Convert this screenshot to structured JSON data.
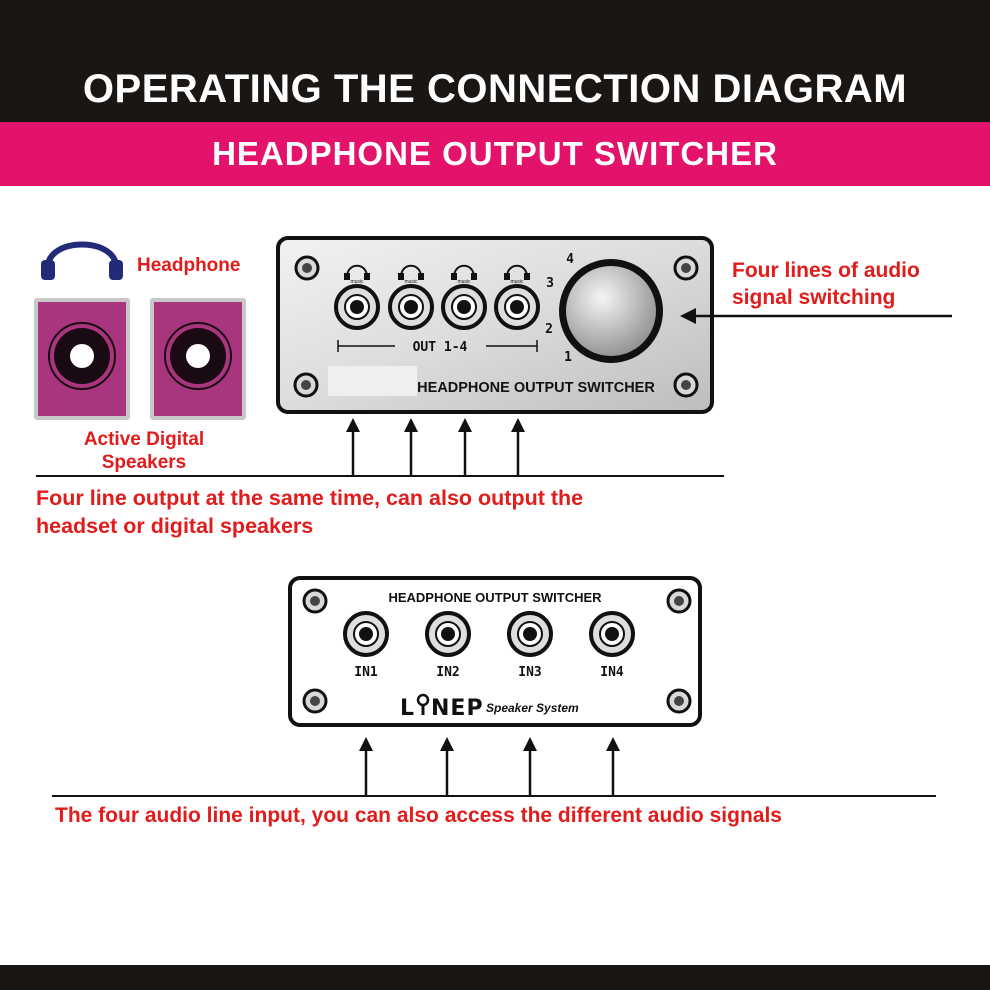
{
  "header": {
    "title": "OPERATING THE CONNECTION DIAGRAM",
    "subtitle": "HEADPHONE OUTPUT SWITCHER"
  },
  "left_devices": {
    "headphone_label": "Headphone",
    "speakers_label_line1": "Active Digital",
    "speakers_label_line2": "Speakers"
  },
  "top_unit": {
    "jack_icon_label": "music",
    "out_label": "OUT 1-4",
    "knob_positions": [
      "1",
      "2",
      "3",
      "4"
    ],
    "panel_label": "HEADPHONE OUTPUT SWITCHER"
  },
  "annotations": {
    "right_line1": "Four lines of audio",
    "right_line2": "signal switching",
    "output_line1": "Four line output at the same time, can also output the",
    "output_line2": "headset or digital speakers",
    "input_line": "The four audio line input, you can also access the different audio signals"
  },
  "bottom_unit": {
    "panel_label": "HEADPHONE OUTPUT SWITCHER",
    "inputs": [
      "IN1",
      "IN2",
      "IN3",
      "IN4"
    ],
    "brand": "LiNEP",
    "brand_tag": "Speaker System"
  },
  "colors": {
    "accent_red": "#e21b1b",
    "brand_pink": "#e3136c",
    "speaker_purple": "#a9357e",
    "headphone_navy": "#232a78",
    "bar_black": "#1a1614"
  }
}
